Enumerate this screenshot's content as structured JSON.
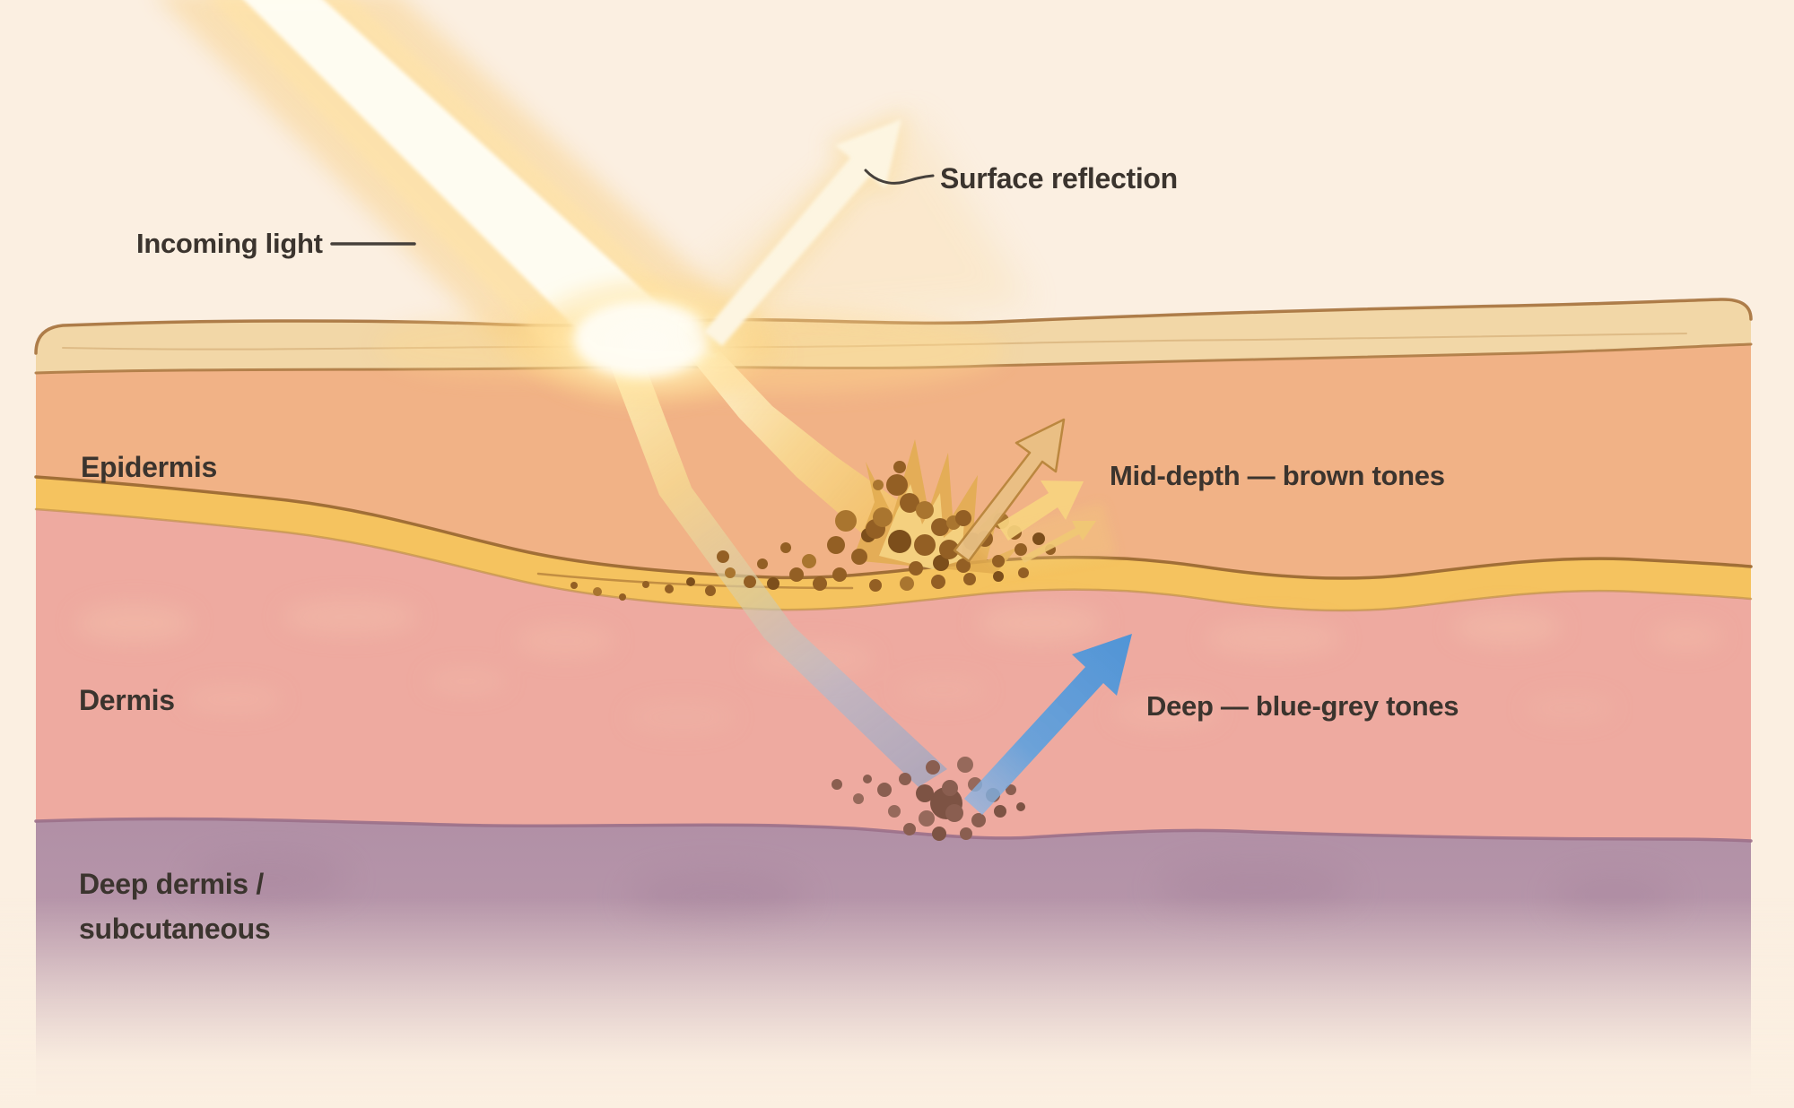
{
  "diagram": {
    "labels": {
      "incoming_light": "Incoming light",
      "surface_reflection": "Surface reflection",
      "epidermis": "Epidermis",
      "mid_depth": "Mid-depth — brown tones",
      "dermis": "Dermis",
      "deep": "Deep — blue-grey tones",
      "deep_dermis_line1": "Deep dermis /",
      "deep_dermis_line2": "subcutaneous"
    },
    "colors": {
      "background": "#fbefe1",
      "stratum_corneum": "#f2d7a7",
      "epidermis": "#f1b286",
      "junction_band": "#f5c35f",
      "dermis": "#eeaaa0",
      "deep_dermis": "#b190a6",
      "mid_dots": "#935f24",
      "deep_dots": "#8a5e50",
      "blue_arrow": "#5f9cd8",
      "gold_arrow_dark": "#e9c084",
      "gold_arrow_mid": "#f7d480",
      "gold_arrow_small": "#f0c874",
      "beam_glow": "#f8c76d",
      "label_text": "#3b342e"
    }
  }
}
